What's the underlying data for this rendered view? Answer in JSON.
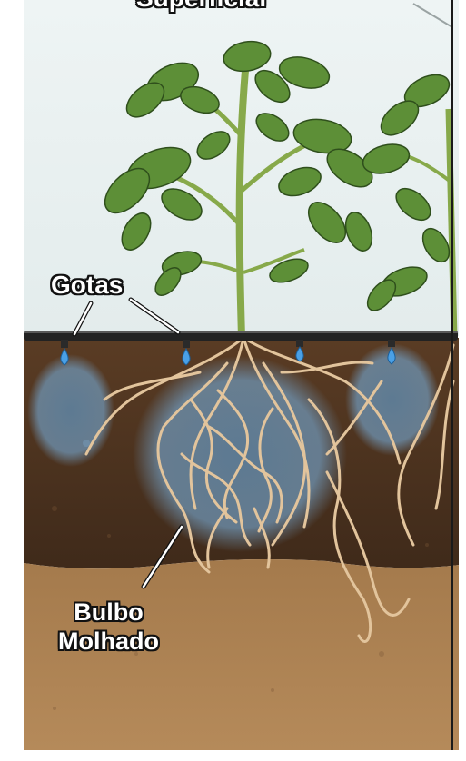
{
  "diagram": {
    "top_title": "Superficial",
    "labels": {
      "drops": "Gotas",
      "bulb_line1": "Bulbo",
      "bulb_line2": "Molhado"
    }
  },
  "colors": {
    "sky": "#e9f0f0",
    "leaf": "#5f8f3a",
    "stem": "#8cae4e",
    "topsoil": "#4a3220",
    "subsoil": "#a67b4f",
    "wet_bulb": "#6f95b5",
    "pipe": "#222222",
    "drop": "#3f8fd6",
    "root": "#e6c9a2"
  }
}
